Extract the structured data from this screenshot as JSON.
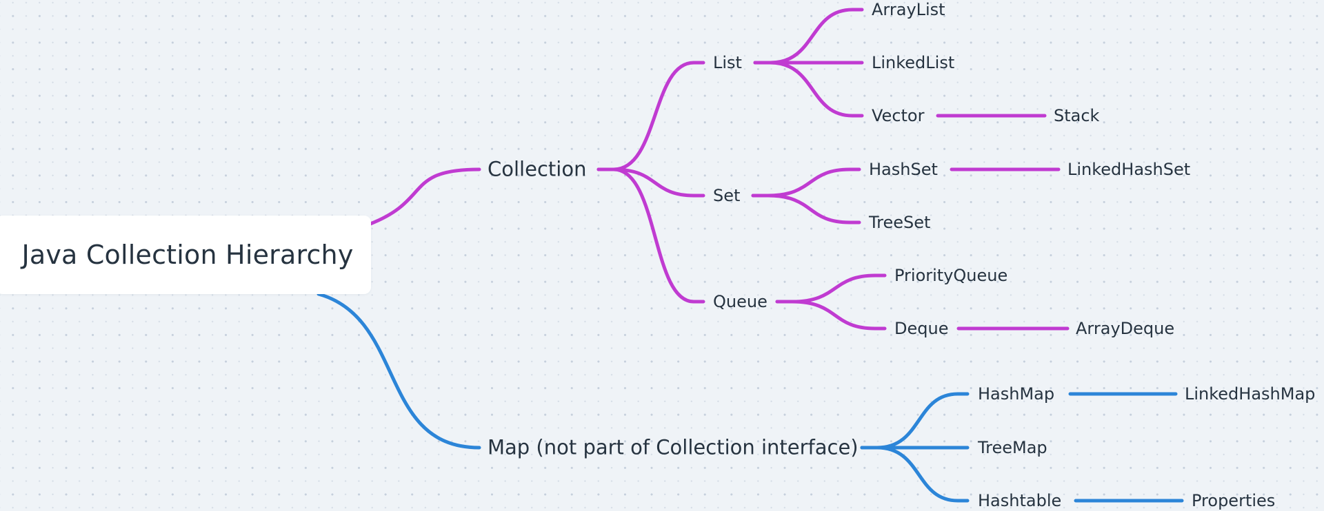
{
  "diagram": {
    "type": "mind-map",
    "root": {
      "label": "Java Collection Hierarchy"
    },
    "colors": {
      "collection_branch": "#c03bd1",
      "map_branch": "#2c85d8",
      "text": "#263340",
      "background": "#eff3f7",
      "root_card": "#ffffff"
    },
    "nodes": {
      "collection": {
        "label": "Collection"
      },
      "list": {
        "label": "List"
      },
      "arraylist": {
        "label": "ArrayList"
      },
      "linkedlist": {
        "label": "LinkedList"
      },
      "vector": {
        "label": "Vector"
      },
      "stack": {
        "label": "Stack"
      },
      "set": {
        "label": "Set"
      },
      "hashset": {
        "label": "HashSet"
      },
      "linkedhashset": {
        "label": "LinkedHashSet"
      },
      "treeset": {
        "label": "TreeSet"
      },
      "queue": {
        "label": "Queue"
      },
      "priorityqueue": {
        "label": "PriorityQueue"
      },
      "deque": {
        "label": "Deque"
      },
      "arraydeque": {
        "label": "ArrayDeque"
      },
      "map": {
        "label": "Map (not part of Collection interface)"
      },
      "hashmap": {
        "label": "HashMap"
      },
      "linkedhashmap": {
        "label": "LinkedHashMap"
      },
      "treemap": {
        "label": "TreeMap"
      },
      "hashtable": {
        "label": "Hashtable"
      },
      "properties": {
        "label": "Properties"
      }
    },
    "edges": [
      {
        "from": "root",
        "to": "collection",
        "color": "collection_branch"
      },
      {
        "from": "collection",
        "to": "list",
        "color": "collection_branch"
      },
      {
        "from": "collection",
        "to": "set",
        "color": "collection_branch"
      },
      {
        "from": "collection",
        "to": "queue",
        "color": "collection_branch"
      },
      {
        "from": "list",
        "to": "arraylist",
        "color": "collection_branch"
      },
      {
        "from": "list",
        "to": "linkedlist",
        "color": "collection_branch"
      },
      {
        "from": "list",
        "to": "vector",
        "color": "collection_branch"
      },
      {
        "from": "vector",
        "to": "stack",
        "color": "collection_branch"
      },
      {
        "from": "set",
        "to": "hashset",
        "color": "collection_branch"
      },
      {
        "from": "set",
        "to": "treeset",
        "color": "collection_branch"
      },
      {
        "from": "hashset",
        "to": "linkedhashset",
        "color": "collection_branch"
      },
      {
        "from": "queue",
        "to": "priorityqueue",
        "color": "collection_branch"
      },
      {
        "from": "queue",
        "to": "deque",
        "color": "collection_branch"
      },
      {
        "from": "deque",
        "to": "arraydeque",
        "color": "collection_branch"
      },
      {
        "from": "root",
        "to": "map",
        "color": "map_branch"
      },
      {
        "from": "map",
        "to": "hashmap",
        "color": "map_branch"
      },
      {
        "from": "map",
        "to": "treemap",
        "color": "map_branch"
      },
      {
        "from": "map",
        "to": "hashtable",
        "color": "map_branch"
      },
      {
        "from": "hashmap",
        "to": "linkedhashmap",
        "color": "map_branch"
      },
      {
        "from": "hashtable",
        "to": "properties",
        "color": "map_branch"
      }
    ]
  }
}
